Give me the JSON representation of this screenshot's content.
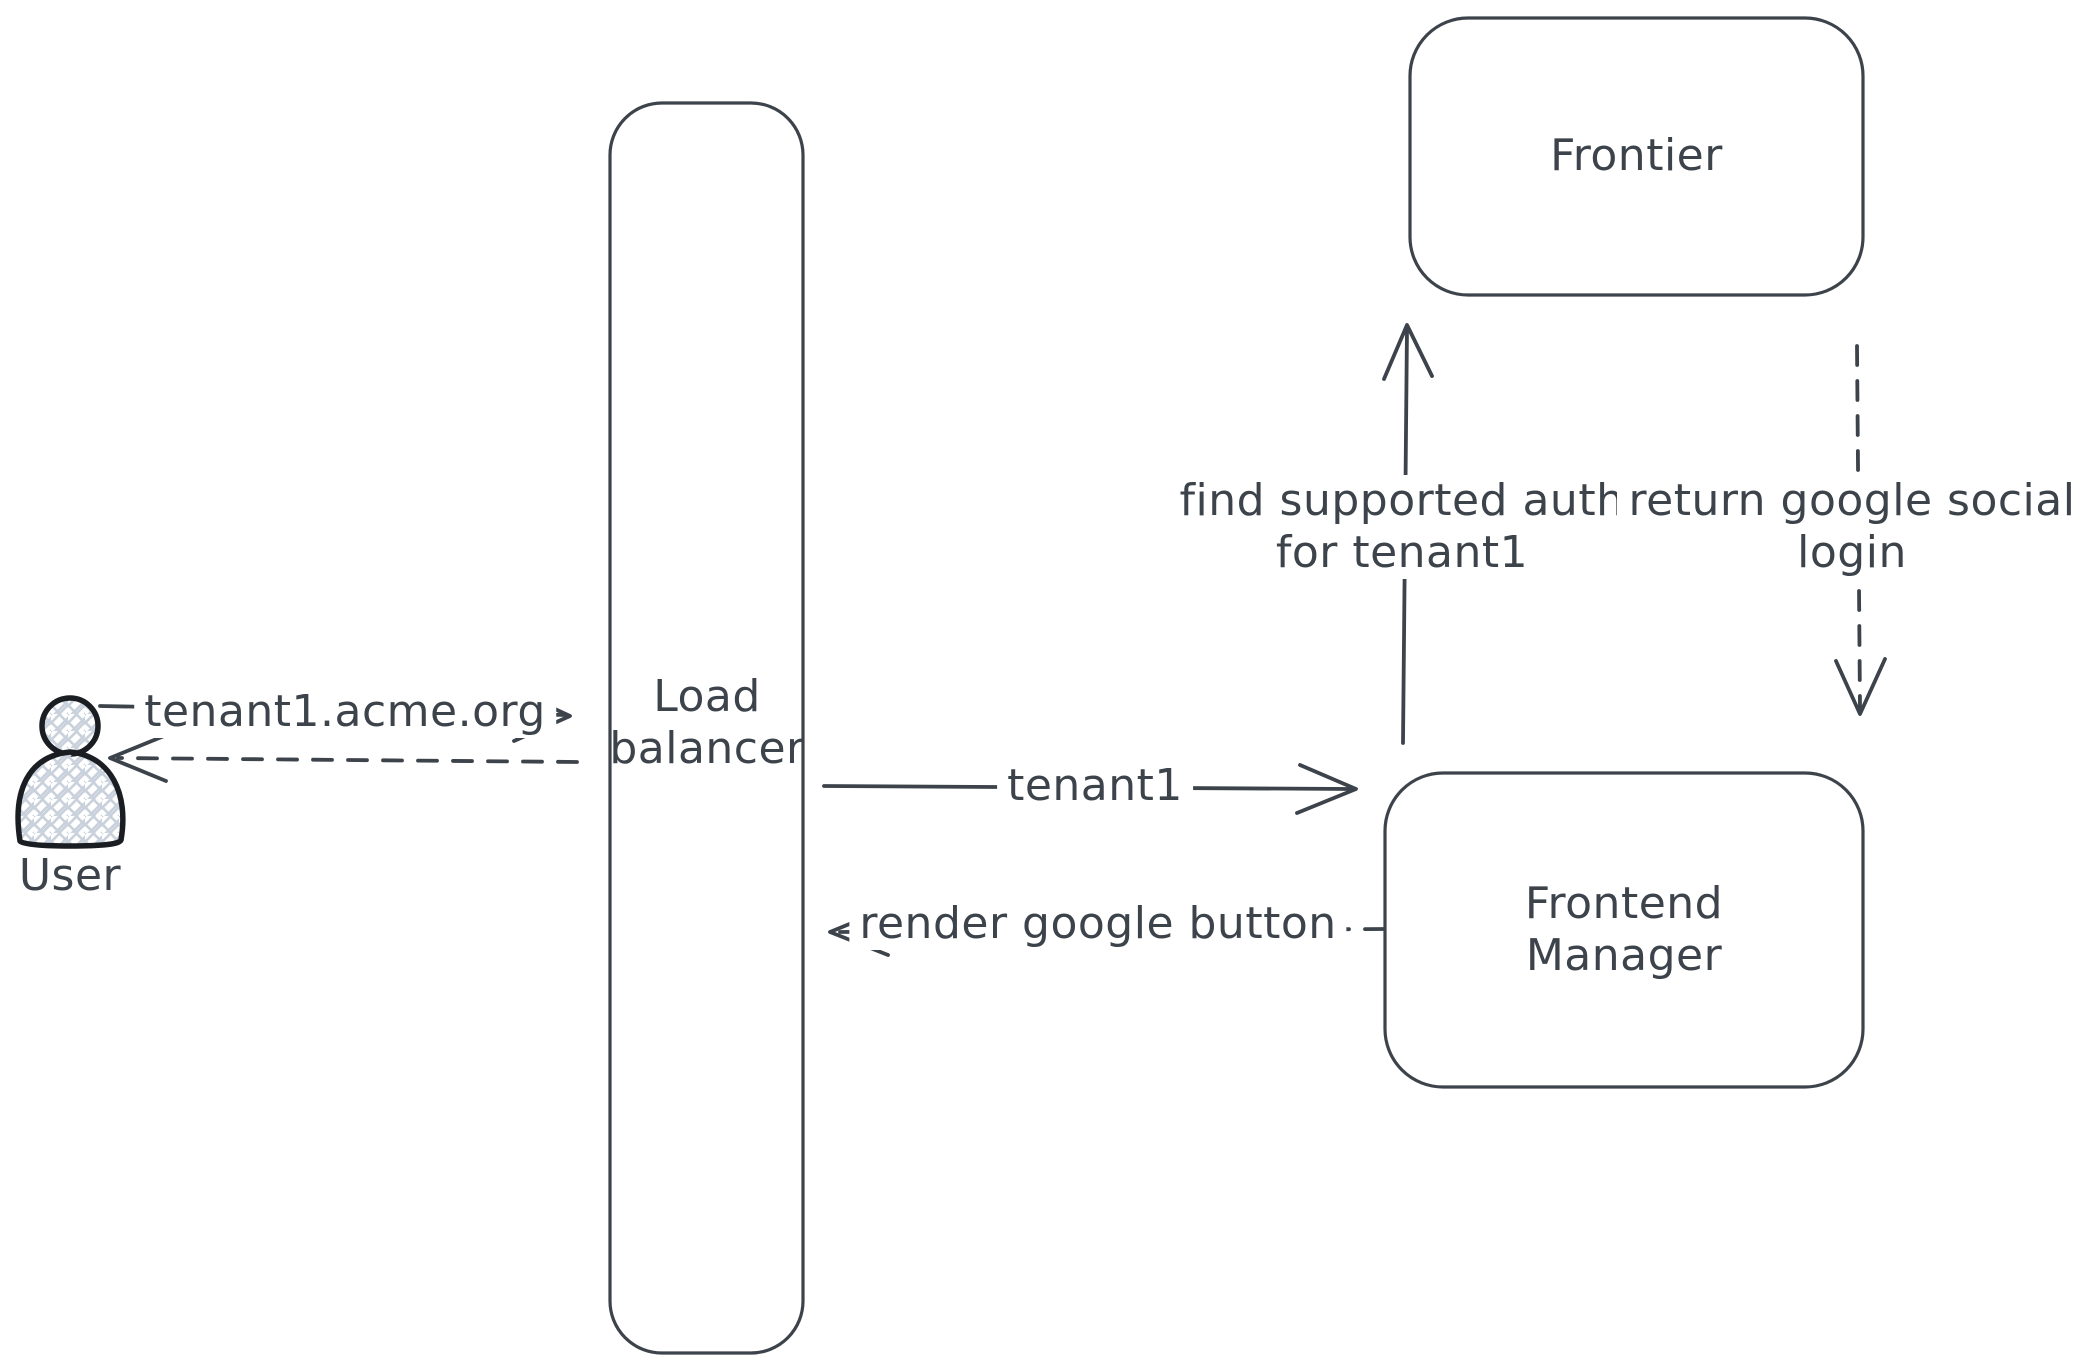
{
  "diagram": {
    "background": "#ffffff",
    "stroke_color": "#3d434b",
    "user_icon_stroke": "#1a1d22",
    "user_icon_hatch_fill": "#c9d1dc",
    "actors": {
      "user": {
        "label": "User",
        "icon": "person-icon"
      },
      "load_balancer": {
        "label": "Load balancer",
        "shape": "tall-rounded-rectangle"
      },
      "frontier": {
        "label": "Frontier",
        "shape": "rounded-rectangle"
      },
      "frontend_manager": {
        "label": "Frontend Manager",
        "shape": "rounded-rectangle"
      }
    },
    "flows": {
      "user_request": {
        "label": "tenant1.acme.org",
        "from": "user",
        "to": "load_balancer",
        "line": "solid"
      },
      "user_response": {
        "label": "",
        "from": "load_balancer",
        "to": "user",
        "line": "dashed"
      },
      "forward_tenant": {
        "label": "tenant1",
        "from": "load_balancer",
        "to": "frontend_manager",
        "line": "solid"
      },
      "render_button": {
        "label": "render google button",
        "from": "frontend_manager",
        "to": "load_balancer",
        "line": "dashed"
      },
      "find_auth": {
        "label": "find supported auth for tenant1",
        "from": "frontend_manager",
        "to": "frontier",
        "line": "solid"
      },
      "return_login": {
        "label": "return google social login",
        "from": "frontier",
        "to": "frontend_manager",
        "line": "dashed"
      }
    }
  }
}
